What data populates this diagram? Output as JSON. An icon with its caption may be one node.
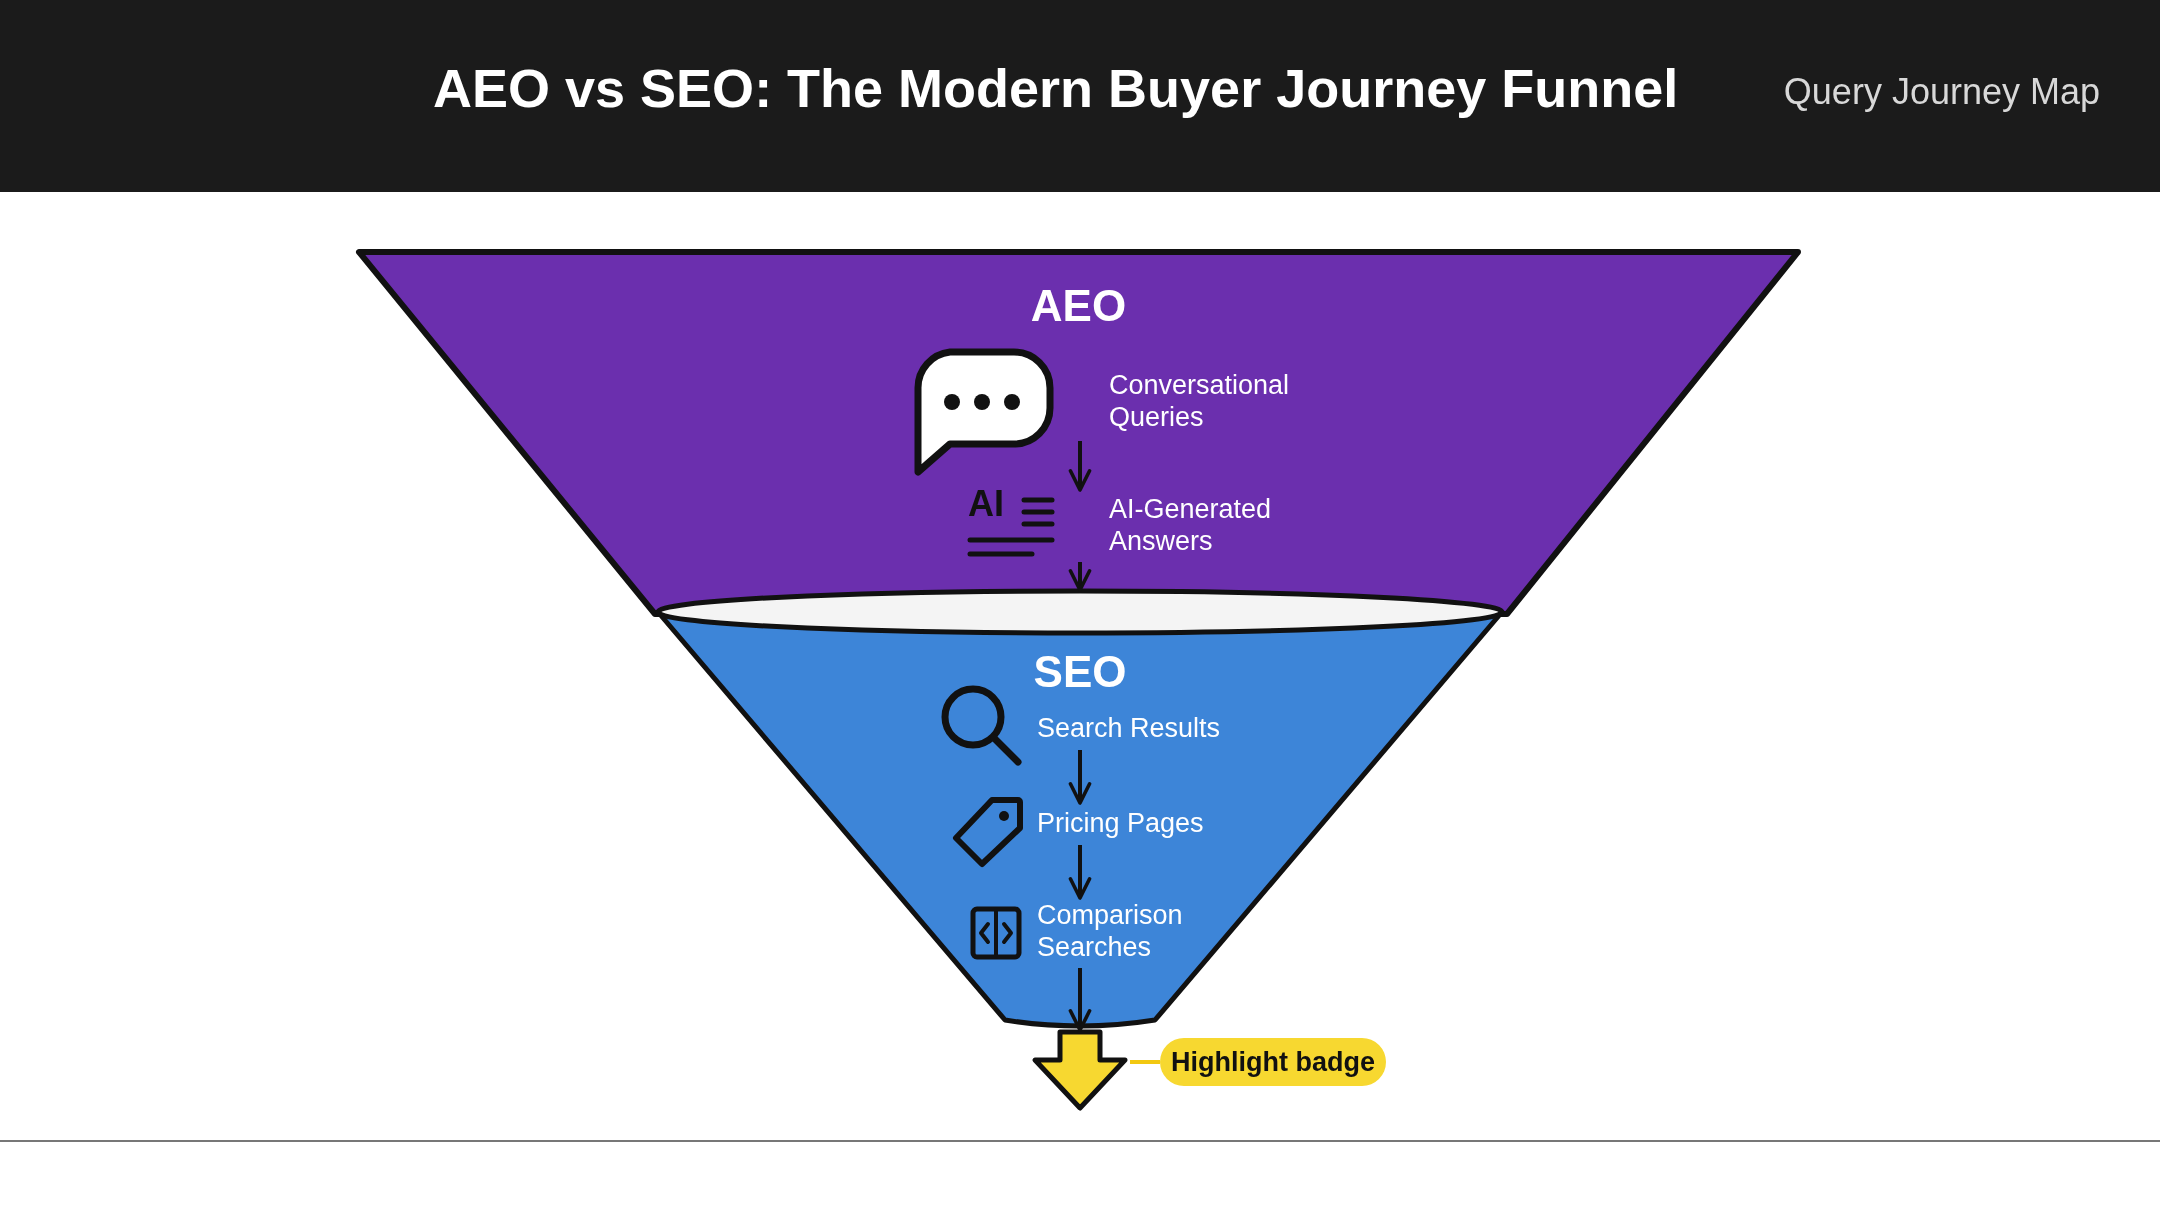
{
  "diagram": {
    "title": "AEO vs SEO: The Modern Buyer Journey Funnel",
    "nodes": [
      {
        "text": [
          "AEO"
        ]
      },
      {
        "text": [
          "Conversational Queries"
        ],
        "in": 0
      },
      {
        "text": [
          "AI-Generated Answers"
        ],
        "in": 0
      },
      {
        "text": [
          "SEO"
        ]
      },
      {
        "text": [
          "Search Results"
        ],
        "in": 3
      },
      {
        "text": [
          "Pricing Pages"
        ],
        "in": 3
      },
      {
        "text": [
          "Comparison Searches"
        ],
        "in": 3
      },
      {
        "text": [],
        "shape": "arrow"
      },
      {
        "text": [
          "Highlight badge"
        ]
      }
    ],
    "edges": [
      {
        "from": 1,
        "to": 2,
        "arrow": "to"
      },
      {
        "from": 2,
        "to": 3,
        "arrow": "to"
      },
      {
        "from": 4,
        "to": 5,
        "arrow": "to"
      },
      {
        "from": 5,
        "to": 6,
        "arrow": "to"
      },
      {
        "from": 6,
        "to": 7,
        "arrow": "to"
      },
      {
        "from": 8,
        "to": 7,
        "arrow": "none",
        "color": "#f2c811"
      }
    ],
    "labels": [
      "Query Journey Map",
      "AI"
    ]
  }
}
